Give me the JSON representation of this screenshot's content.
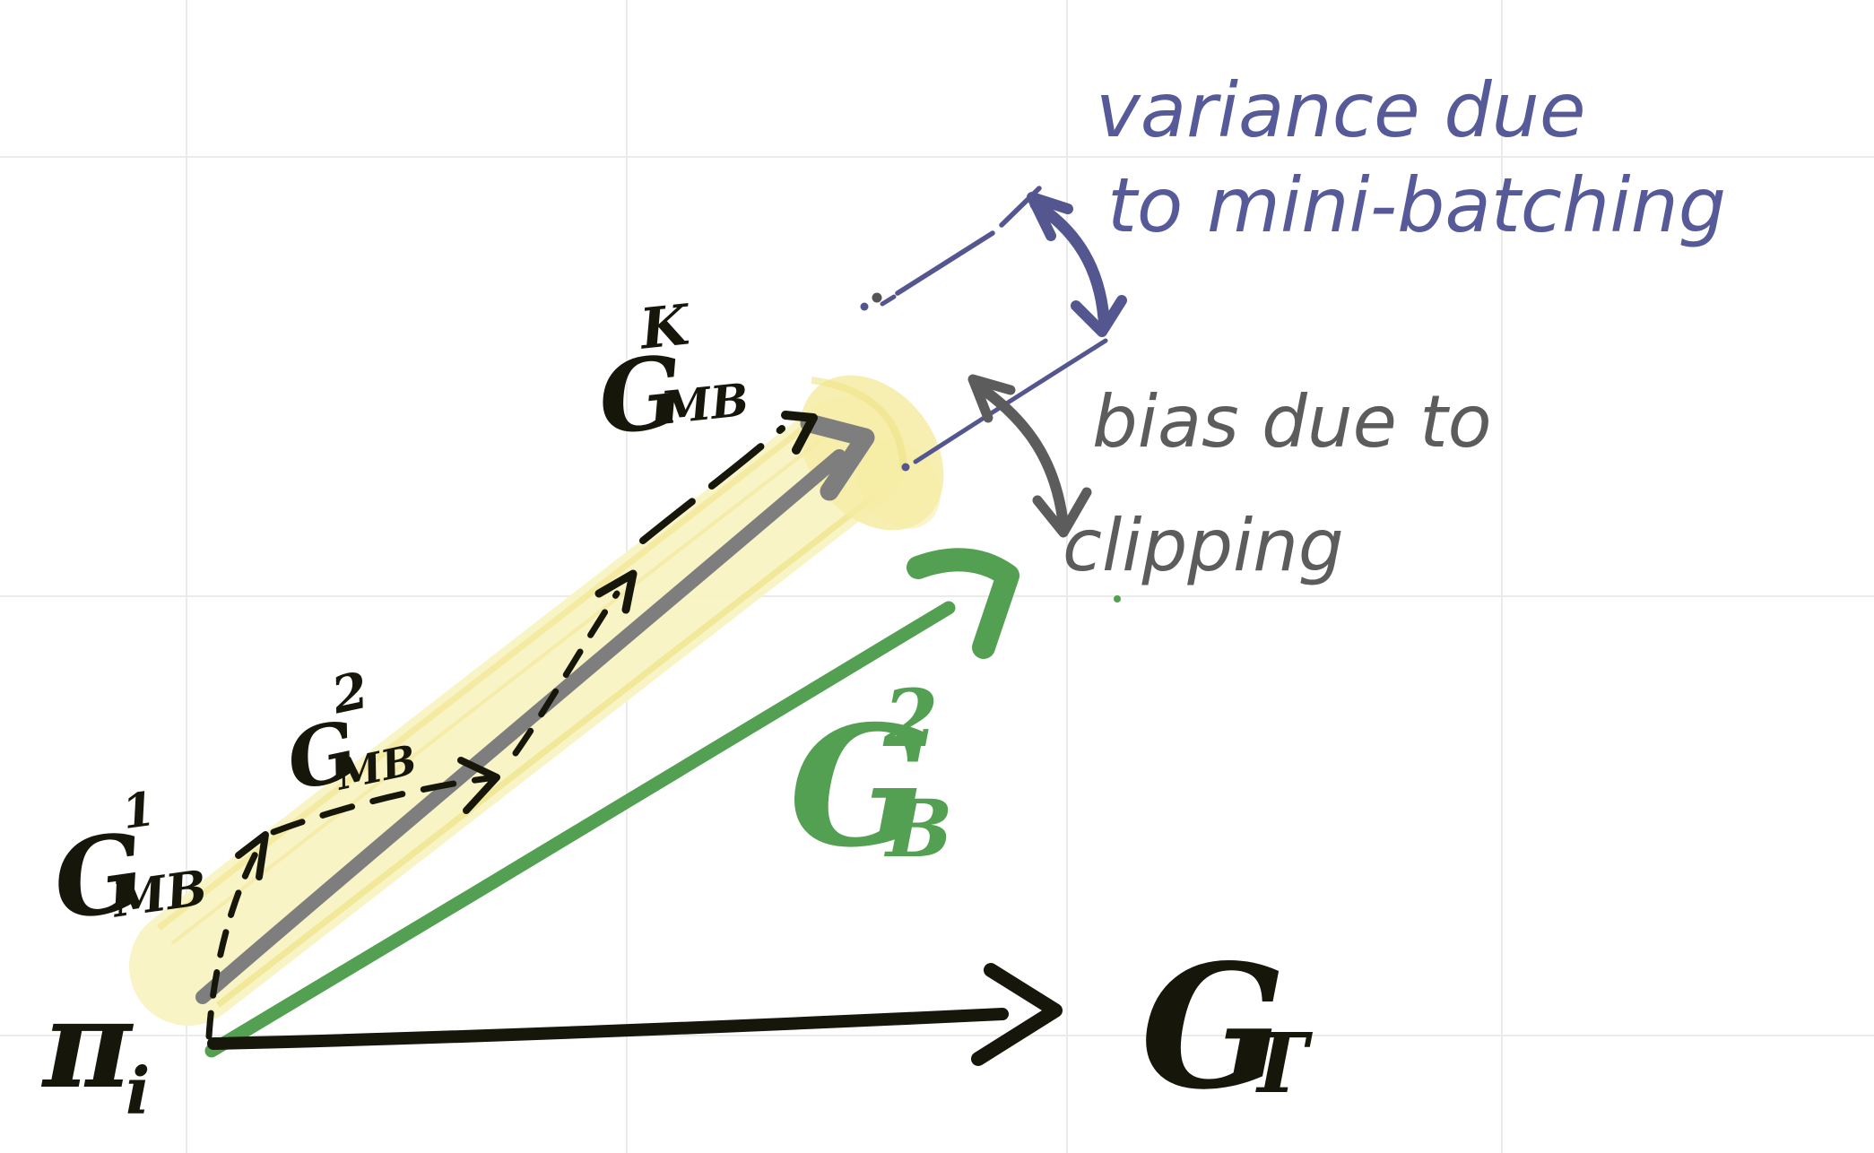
{
  "figure": {
    "background": "#ffffff",
    "grid_color": "#ebebeb"
  },
  "colors": {
    "ink": "#16160a",
    "gray_arrow": "#7e7e7e",
    "gray_annotation": "#5c5c5c",
    "purple": "#54578f",
    "purple_text": "#575a99",
    "green": "#53a053",
    "highlight_fill": "#f9f4c2",
    "highlight_edge": "#f0e387",
    "highlight_blob": "#f6eca4"
  },
  "annotations": {
    "variance": {
      "line1": "variance due",
      "line2": "to mini-batching"
    },
    "bias": {
      "line1": "bias due to",
      "line2": "clipping"
    }
  },
  "labels": {
    "origin": {
      "main": "π",
      "sub": "i"
    },
    "gmb1": {
      "main": "G",
      "sub": "MB",
      "sup": "1"
    },
    "gmb2": {
      "main": "G",
      "sub": "MB",
      "sup": "2"
    },
    "gmbk": {
      "main": "G",
      "sub": "MB",
      "sup": "K"
    },
    "gb2": {
      "main": "G",
      "sub": "B",
      "sup": "2"
    },
    "gt": {
      "main": "G",
      "sub": "T"
    }
  }
}
